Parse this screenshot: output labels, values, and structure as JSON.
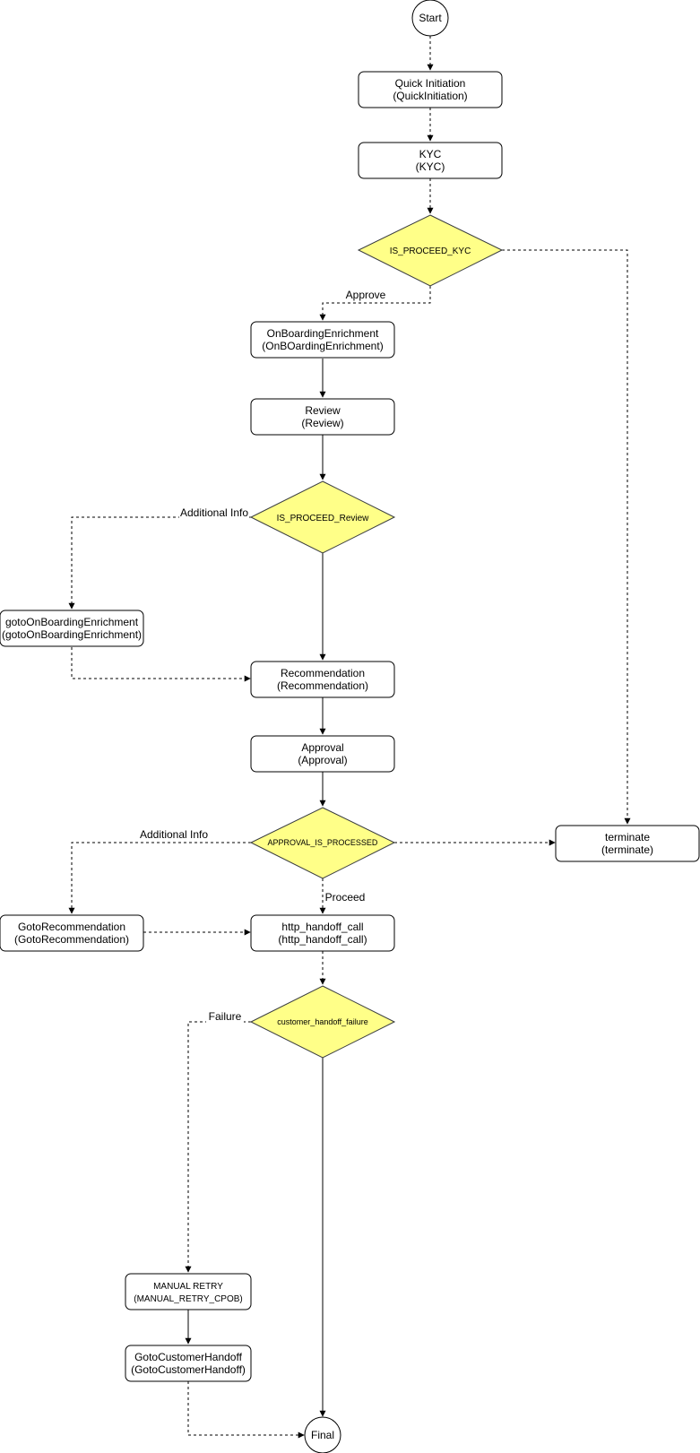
{
  "colors": {
    "decision_fill": "#ffff88",
    "node_fill": "#ffffff",
    "stroke": "#000000"
  },
  "nodes": {
    "start": "Start",
    "quick_initiation": [
      "Quick Initiation",
      "(QuickInitiation)"
    ],
    "kyc": [
      "KYC",
      "(KYC)"
    ],
    "is_proceed_kyc": "IS_PROCEED_KYC",
    "onboarding_enrichment": [
      "OnBoardingEnrichment",
      "(OnBOardingEnrichment)"
    ],
    "review": [
      "Review",
      "(Review)"
    ],
    "is_proceed_review": "IS_PROCEED_Review",
    "goto_onboarding_enrichment": [
      "gotoOnBoardingEnrichment",
      "(gotoOnBoardingEnrichment)"
    ],
    "recommendation": [
      "Recommendation",
      "(Recommendation)"
    ],
    "approval": [
      "Approval",
      "(Approval)"
    ],
    "approval_is_processed": "APPROVAL_IS_PROCESSED",
    "terminate": [
      "terminate",
      "(terminate)"
    ],
    "goto_recommendation": [
      "GotoRecommendation",
      "(GotoRecommendation)"
    ],
    "http_handoff_call": [
      "http_handoff_call",
      "(http_handoff_call)"
    ],
    "customer_handoff_failure": "customer_handoff_failure",
    "manual_retry": [
      "MANUAL RETRY",
      "(MANUAL_RETRY_CPOB)"
    ],
    "goto_customer_handoff": [
      "GotoCustomerHandoff",
      "(GotoCustomerHandoff)"
    ],
    "final": "Final"
  },
  "edge_labels": {
    "approve": "Approve",
    "additional_info_review": "Additional Info",
    "additional_info_approval": "Additional Info",
    "proceed": "Proceed",
    "failure": "Failure"
  }
}
